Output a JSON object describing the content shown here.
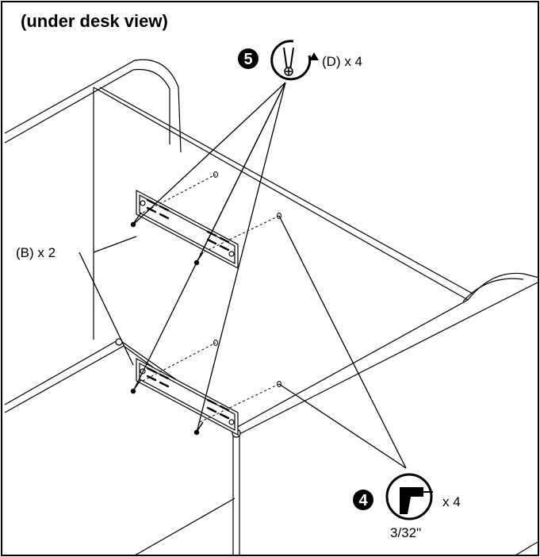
{
  "title": "(under desk view)",
  "step_drive": {
    "number": "5",
    "part": "(D) x 4",
    "icon": "screwdriver-rotate-icon"
  },
  "step_drill": {
    "number": "4",
    "quantity": "x 4",
    "bit_size": "3/32\"",
    "icon": "power-drill-icon"
  },
  "bracket_callout": "(B) x 2",
  "colors": {
    "line": "#000000",
    "background": "#ffffff"
  }
}
